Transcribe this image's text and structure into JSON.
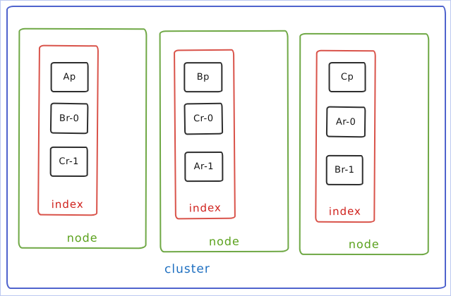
{
  "diagram": {
    "cluster_label": "cluster",
    "nodes": [
      {
        "label": "node",
        "index": {
          "label": "index",
          "shards": [
            "Ap",
            "Br-0",
            "Cr-1"
          ]
        }
      },
      {
        "label": "node",
        "index": {
          "label": "index",
          "shards": [
            "Bp",
            "Cr-0",
            "Ar-1"
          ]
        }
      },
      {
        "label": "node",
        "index": {
          "label": "index",
          "shards": [
            "Cp",
            "Ar-0",
            "Br-1"
          ]
        }
      }
    ],
    "colors": {
      "cluster_border": "#4f63cd",
      "cluster_text": "#1e6fc0",
      "node_border": "#6fa845",
      "node_text": "#5aa11c",
      "index_border": "#d9534a",
      "index_text": "#cf201b",
      "shard_border": "#2e2e2e",
      "shard_text": "#111111"
    }
  }
}
